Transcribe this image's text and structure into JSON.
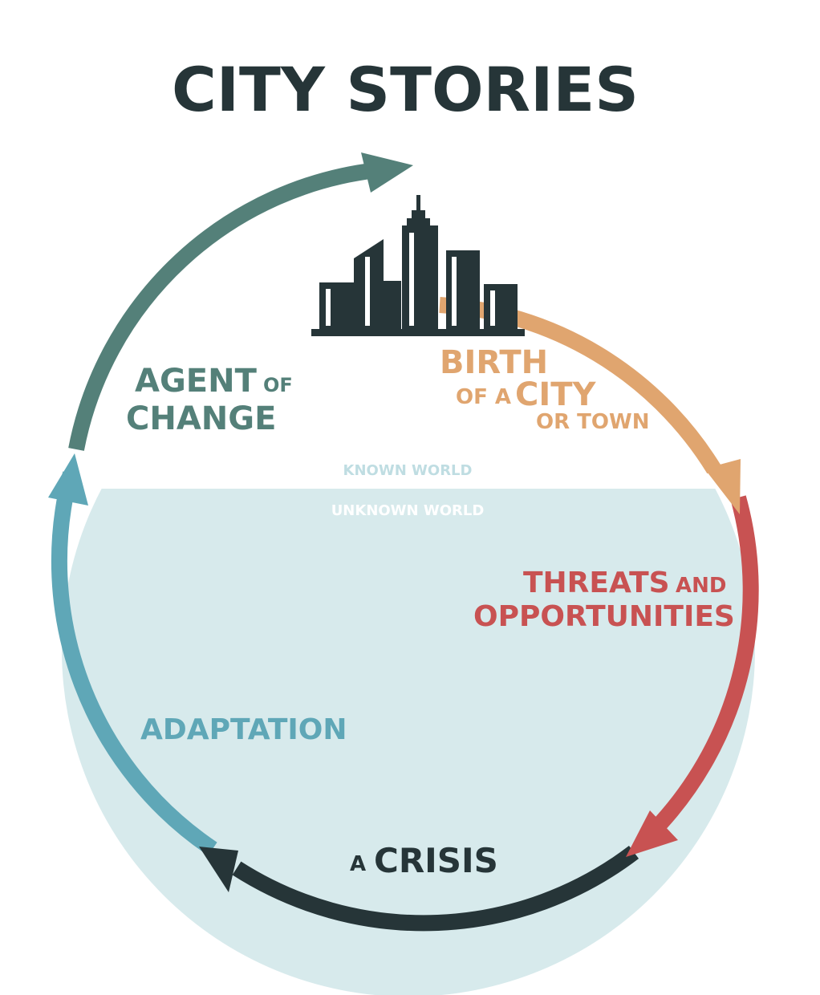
{
  "title": "CITY STORIES",
  "colors": {
    "background": "#ffffff",
    "unknown_fill": "#d7eaec",
    "dark": "#263538",
    "birth": "#e0a56f",
    "threats": "#c85252",
    "adaptation": "#5fa7b7",
    "agent": "#548079",
    "known_label": "#bfdde2",
    "unknown_label": "#ffffff"
  },
  "stages": {
    "birth": {
      "line1": "BIRTH",
      "line2_small": "OF A",
      "line2_big": "CITY",
      "line3": "OR TOWN"
    },
    "threats": {
      "big1": "THREATS",
      "small1": "AND",
      "line2": "OPPORTUNITIES"
    },
    "crisis": {
      "small": "A",
      "big": "CRISIS"
    },
    "adaptation": {
      "line1": "ADAPTATION"
    },
    "agent": {
      "big1": "AGENT",
      "small1": "OF",
      "line2": "CHANGE"
    }
  },
  "worlds": {
    "known": "KNOWN WORLD",
    "unknown": "UNKNOWN WORLD"
  },
  "icons": {
    "city": "city-skyline-icon"
  }
}
